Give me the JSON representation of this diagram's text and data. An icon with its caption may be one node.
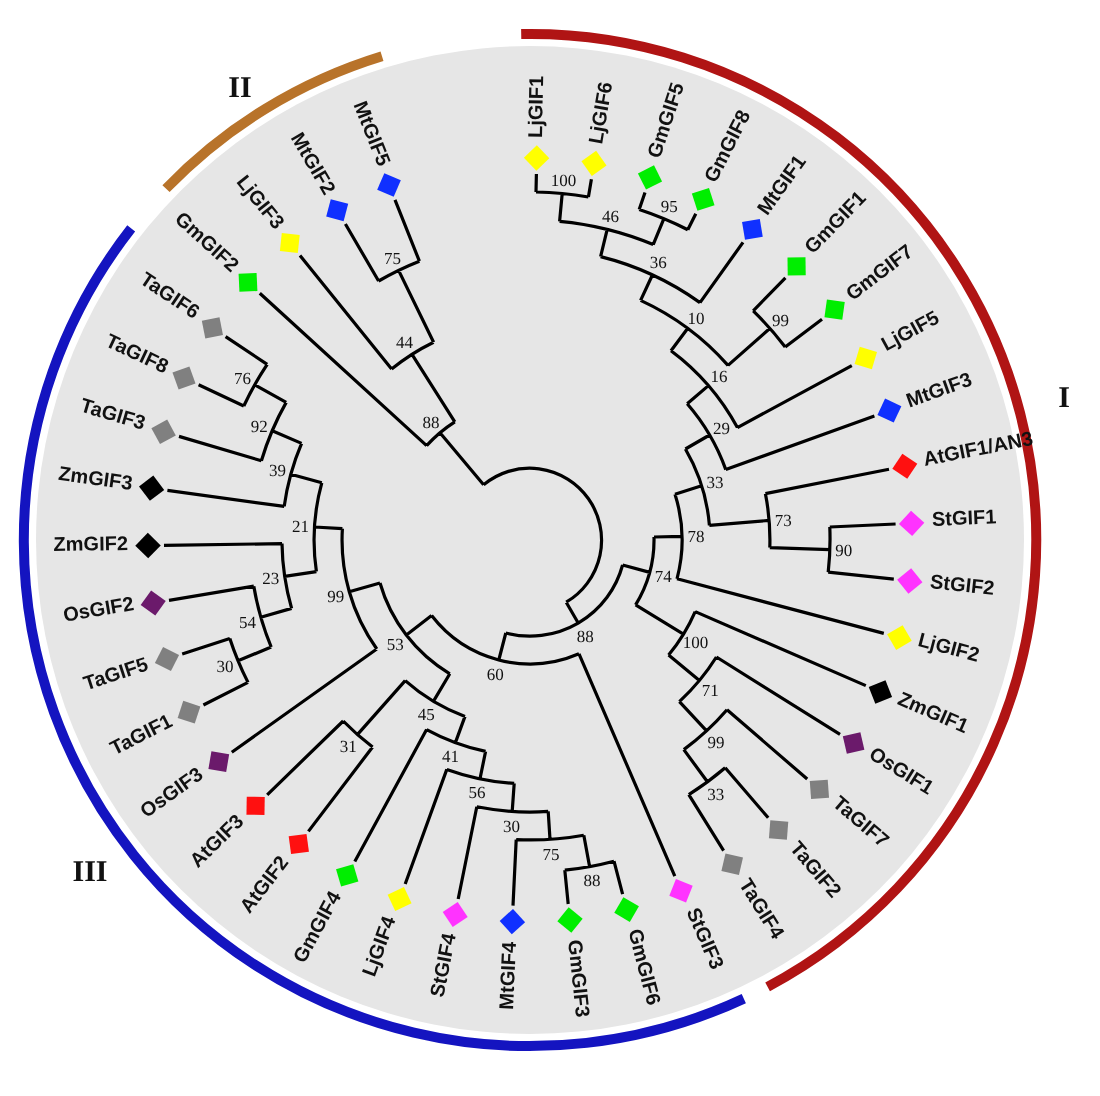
{
  "diagram": {
    "labels": [
      "LjGIF1",
      "LjGIF6",
      "GmGIF5",
      "GmGIF8",
      "MtGIF1",
      "GmGIF1",
      "GmGIF7",
      "LjGIF5",
      "MtGIF3",
      "AtGIF1/AN3",
      "StGIF1",
      "StGIF2",
      "LjGIF2",
      "ZmGIF1",
      "OsGIF1",
      "TaGIF7",
      "TaGIF2",
      "TaGIF4",
      "StGIF3",
      "GmGIF6",
      "GmGIF3",
      "MtGIF4",
      "StGIF4",
      "LjGIF4",
      "GmGIF4",
      "AtGIF2",
      "AtGIF3",
      "OsGIF3",
      "TaGIF1",
      "TaGIF5",
      "OsGIF2",
      "ZmGIF2",
      "ZmGIF3",
      "TaGIF3",
      "TaGIF8",
      "TaGIF6",
      "GmGIF2",
      "LjGIF3",
      "MtGIF2",
      "MtGIF5",
      "100",
      "95",
      "46",
      "36",
      "99",
      "10",
      "16",
      "29",
      "90",
      "73",
      "33",
      "78",
      "33",
      "99",
      "71",
      "100",
      "74",
      "88",
      "75",
      "30",
      "56",
      "41",
      "31",
      "45",
      "30",
      "54",
      "23",
      "76",
      "92",
      "39",
      "21",
      "99",
      "53",
      "60",
      "88",
      "75",
      "44",
      "88",
      "I",
      "II",
      "III"
    ]
  }
}
